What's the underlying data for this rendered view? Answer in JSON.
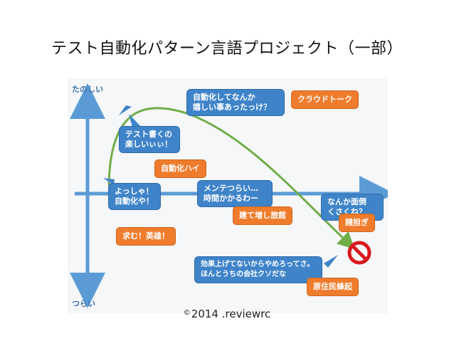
{
  "title": "テスト自動化パターン言語プロジェクト（一部）",
  "axis": {
    "top_label": "たのしい",
    "bottom_label": "つらい"
  },
  "bubbles": [
    {
      "text": "自動化してなんか\n嬉しい事あったっけ？"
    },
    {
      "text": "テスト書くの\n楽しいぃぃ！"
    },
    {
      "text": "よっしゃ！\n自動化や！"
    },
    {
      "text": "メンテつらい…\n時間かかるわー"
    },
    {
      "text": "なんか面倒\nくさくね？"
    },
    {
      "text": "効果上げてないからやめろってさ。\nほんとうちの会社クソだな"
    }
  ],
  "tags": [
    {
      "text": "クラウドトーク"
    },
    {
      "text": "自動化ハイ"
    },
    {
      "text": "求む！英雄！"
    },
    {
      "text": "建て増し旅館"
    },
    {
      "text": "賤担ぎ"
    },
    {
      "text": "原住民蜂起"
    }
  ],
  "colors": {
    "axis": "#5b9bd5",
    "curve": "#70ad47",
    "bubble": "#3f84c9",
    "tag": "#ef7c2c",
    "stop": "#d9191f"
  },
  "icons": {
    "end_marker": "prohibited-icon"
  },
  "copyright": {
    "symbol": "©",
    "text": "2014 .reviewrc"
  }
}
